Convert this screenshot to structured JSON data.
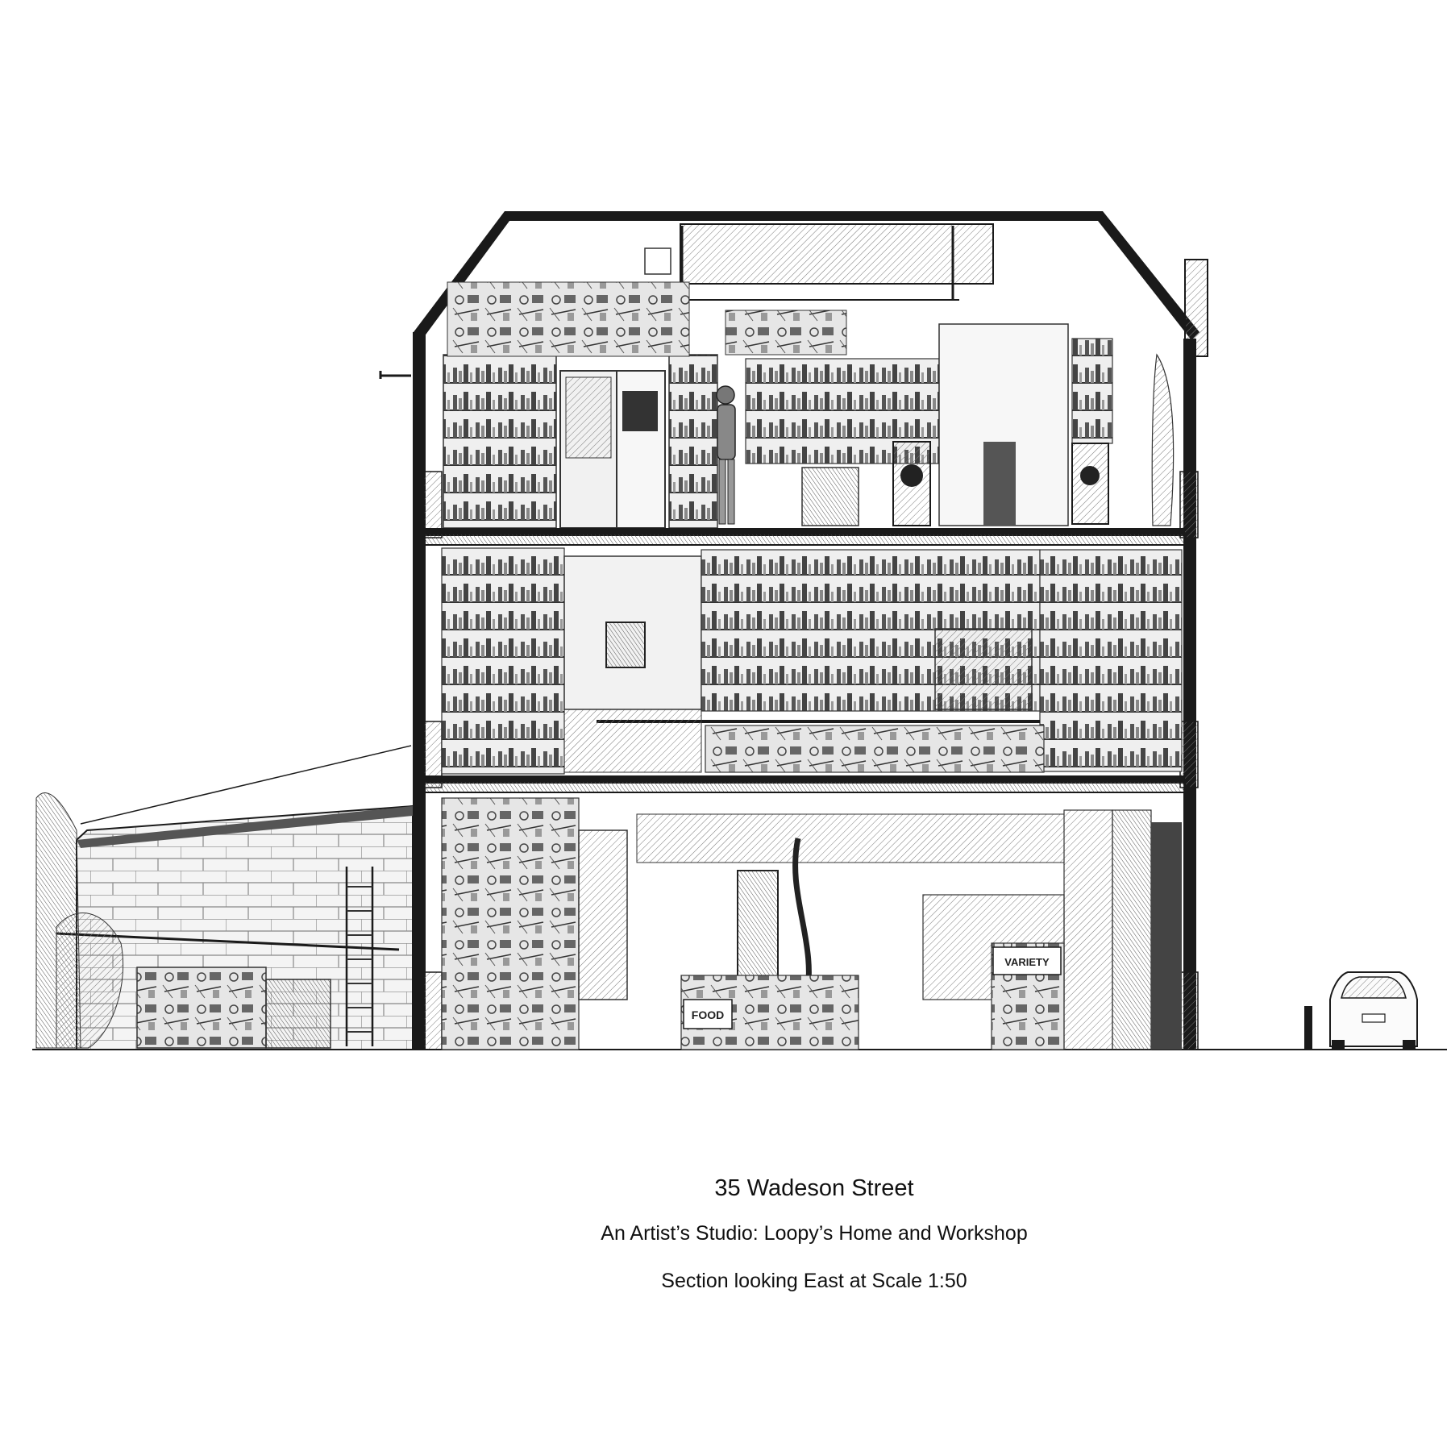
{
  "caption": {
    "title": "35 Wadeson Street",
    "subtitle": "An Artist’s Studio: Loopy’s Home and Workshop",
    "scale_line": "Section looking East at Scale 1:50"
  },
  "drawing": {
    "style": "pencil-hatched architectural section",
    "ink_color": "#1a1a1a",
    "shade_color": "#8a8a8a",
    "paper_color": "#ffffff",
    "signs": [
      "FOOD",
      "VARIETY"
    ]
  }
}
